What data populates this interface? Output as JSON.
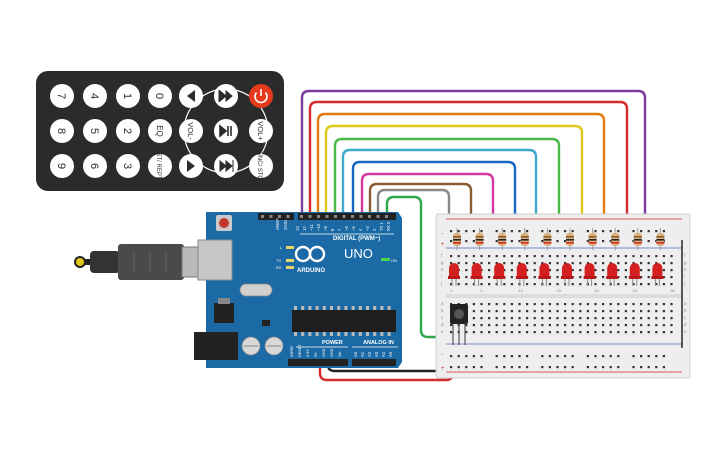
{
  "remote": {
    "buttons": [
      {
        "id": "7",
        "label": "7",
        "type": "number"
      },
      {
        "id": "4",
        "label": "4",
        "type": "number"
      },
      {
        "id": "1",
        "label": "1",
        "type": "number"
      },
      {
        "id": "0",
        "label": "0",
        "type": "number"
      },
      {
        "id": "8",
        "label": "8",
        "type": "number"
      },
      {
        "id": "5",
        "label": "5",
        "type": "number"
      },
      {
        "id": "2",
        "label": "2",
        "type": "number"
      },
      {
        "id": "eq",
        "label": "EQ",
        "type": "text"
      },
      {
        "id": "9",
        "label": "9",
        "type": "number"
      },
      {
        "id": "6",
        "label": "6",
        "type": "number"
      },
      {
        "id": "3",
        "label": "3",
        "type": "number"
      },
      {
        "id": "strept",
        "label": "ST/ REPT",
        "type": "text"
      }
    ],
    "dpad": {
      "vol_minus": "VOL-",
      "vol_plus": "VOL+",
      "func_stop": "FUNC/ STOP"
    },
    "icons": [
      "rewind-icon",
      "play-pause-icon",
      "fast-forward-icon",
      "power-icon",
      "left-arrow-icon",
      "right-arrow-icon"
    ],
    "power_color": "#e53a1e"
  },
  "arduino": {
    "brand": "ARDUINO",
    "model": "UNO",
    "digital_label": "DIGITAL (PWM~)",
    "power_label": "POWER",
    "analog_label": "ANALOG IN",
    "aref": "AREF",
    "gnd": "GND",
    "on_label": "ON",
    "tx": "TX",
    "rx": "RX",
    "l_label": "L",
    "digital_pins": [
      "13",
      "12",
      "~11",
      "~10",
      "~9",
      "8",
      "7",
      "~6",
      "~5",
      "4",
      "~3",
      "2",
      "TX 1",
      "RX 0"
    ],
    "power_pins": [
      "IOREF",
      "RESET",
      "3.3V",
      "5V",
      "GND",
      "GND",
      "Vin"
    ],
    "analog_pins": [
      "A0",
      "A1",
      "A2",
      "A3",
      "A4",
      "A5"
    ],
    "board_color": "#1b6aa5"
  },
  "breadboard": {
    "rail_plus": "+",
    "rail_minus": "-",
    "column_numbers": [
      "1",
      "5",
      "10",
      "15",
      "20",
      "25",
      "30"
    ],
    "row_letters": [
      "a",
      "b",
      "c",
      "d",
      "e",
      "f",
      "g",
      "h",
      "i",
      "j"
    ]
  },
  "wires": {
    "colors": [
      "#7a3a9e",
      "#d42a2a",
      "#e07b10",
      "#e0c71a",
      "#4cb848",
      "#3fa9c9",
      "#1a64c4",
      "#d43a9c",
      "#8a5a30",
      "#888888",
      "#2ea84a"
    ]
  },
  "leds": {
    "count": 10,
    "color": "#d42020"
  }
}
